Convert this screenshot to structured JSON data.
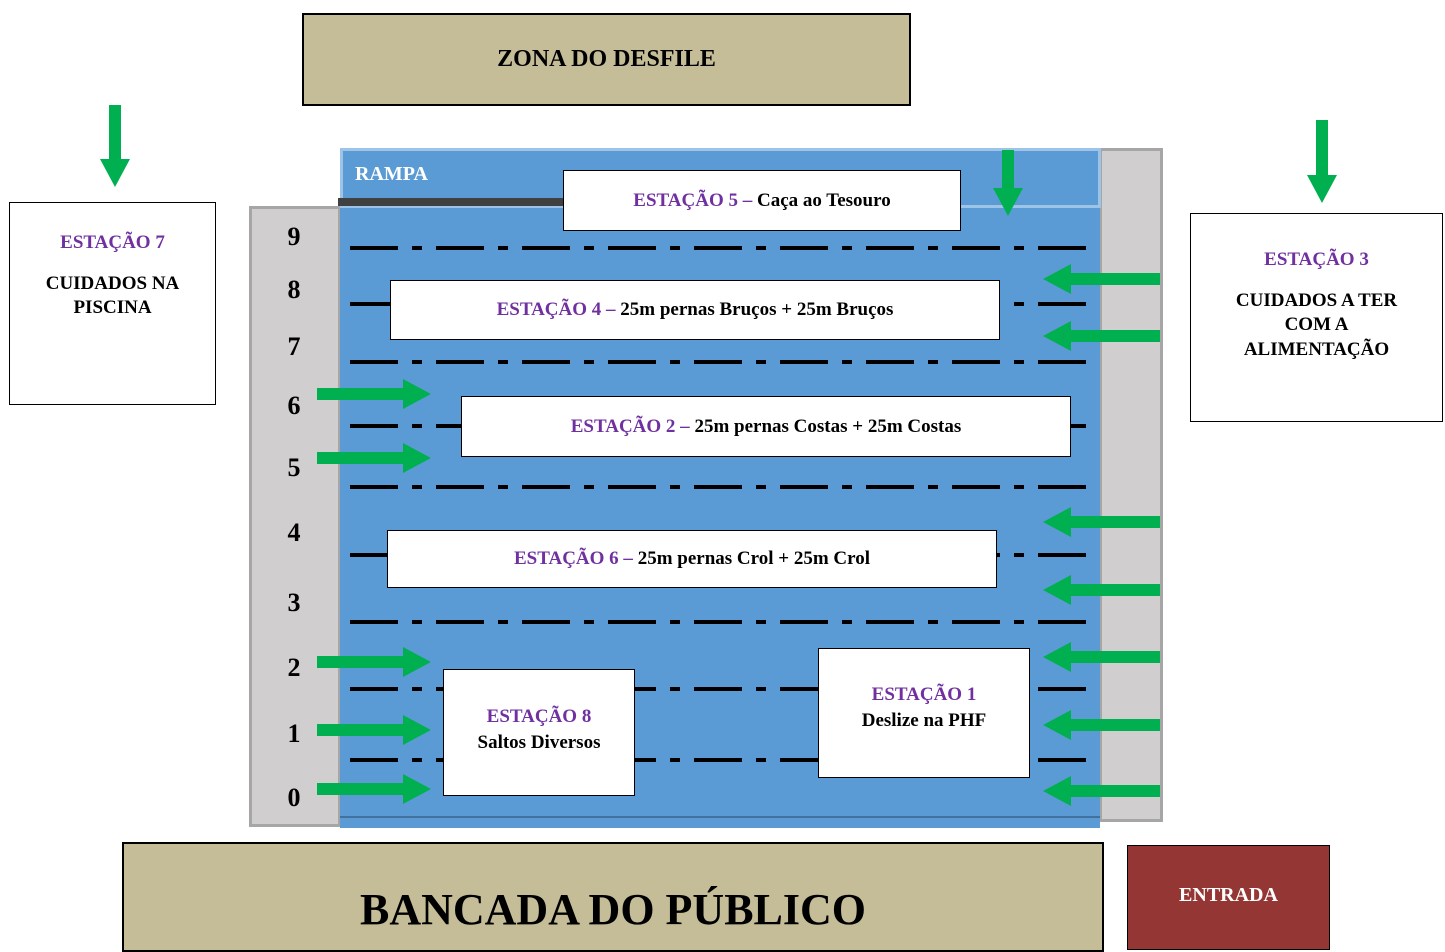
{
  "parade_zone": {
    "label": "ZONA DO DESFILE"
  },
  "ramp": {
    "label": "RAMPA"
  },
  "audience_stand": {
    "label": "BANCADA DO PÚBLICO"
  },
  "entrance": {
    "label": "ENTRADA"
  },
  "lanes": [
    "9",
    "8",
    "7",
    "6",
    "5",
    "4",
    "3",
    "2",
    "1",
    "0"
  ],
  "stations": {
    "s1": {
      "title": "ESTAÇÃO 1",
      "desc": "Deslize na PHF"
    },
    "s2": {
      "title": "ESTAÇÃO 2 –",
      "desc": "25m pernas Costas + 25m Costas"
    },
    "s3": {
      "title": "ESTAÇÃO 3",
      "desc": "CUIDADOS A TER COM A ALIMENTAÇÃO"
    },
    "s4": {
      "title": "ESTAÇÃO 4 –",
      "desc": "25m pernas Bruços + 25m Bruços"
    },
    "s5": {
      "title": "ESTAÇÃO 5 –",
      "desc": "Caça ao Tesouro"
    },
    "s6": {
      "title": "ESTAÇÃO 6 –",
      "desc": "25m pernas Crol + 25m Crol"
    },
    "s7": {
      "title": "ESTAÇÃO 7",
      "desc": "CUIDADOS NA PISCINA"
    },
    "s8": {
      "title": "ESTAÇÃO 8",
      "desc": "Saltos Diversos"
    }
  },
  "colors": {
    "pool": "#5b9bd5",
    "arrow": "#00b050",
    "station_title": "#7030a0",
    "parade_zone": "#c4bd97",
    "entrance": "#943634"
  }
}
